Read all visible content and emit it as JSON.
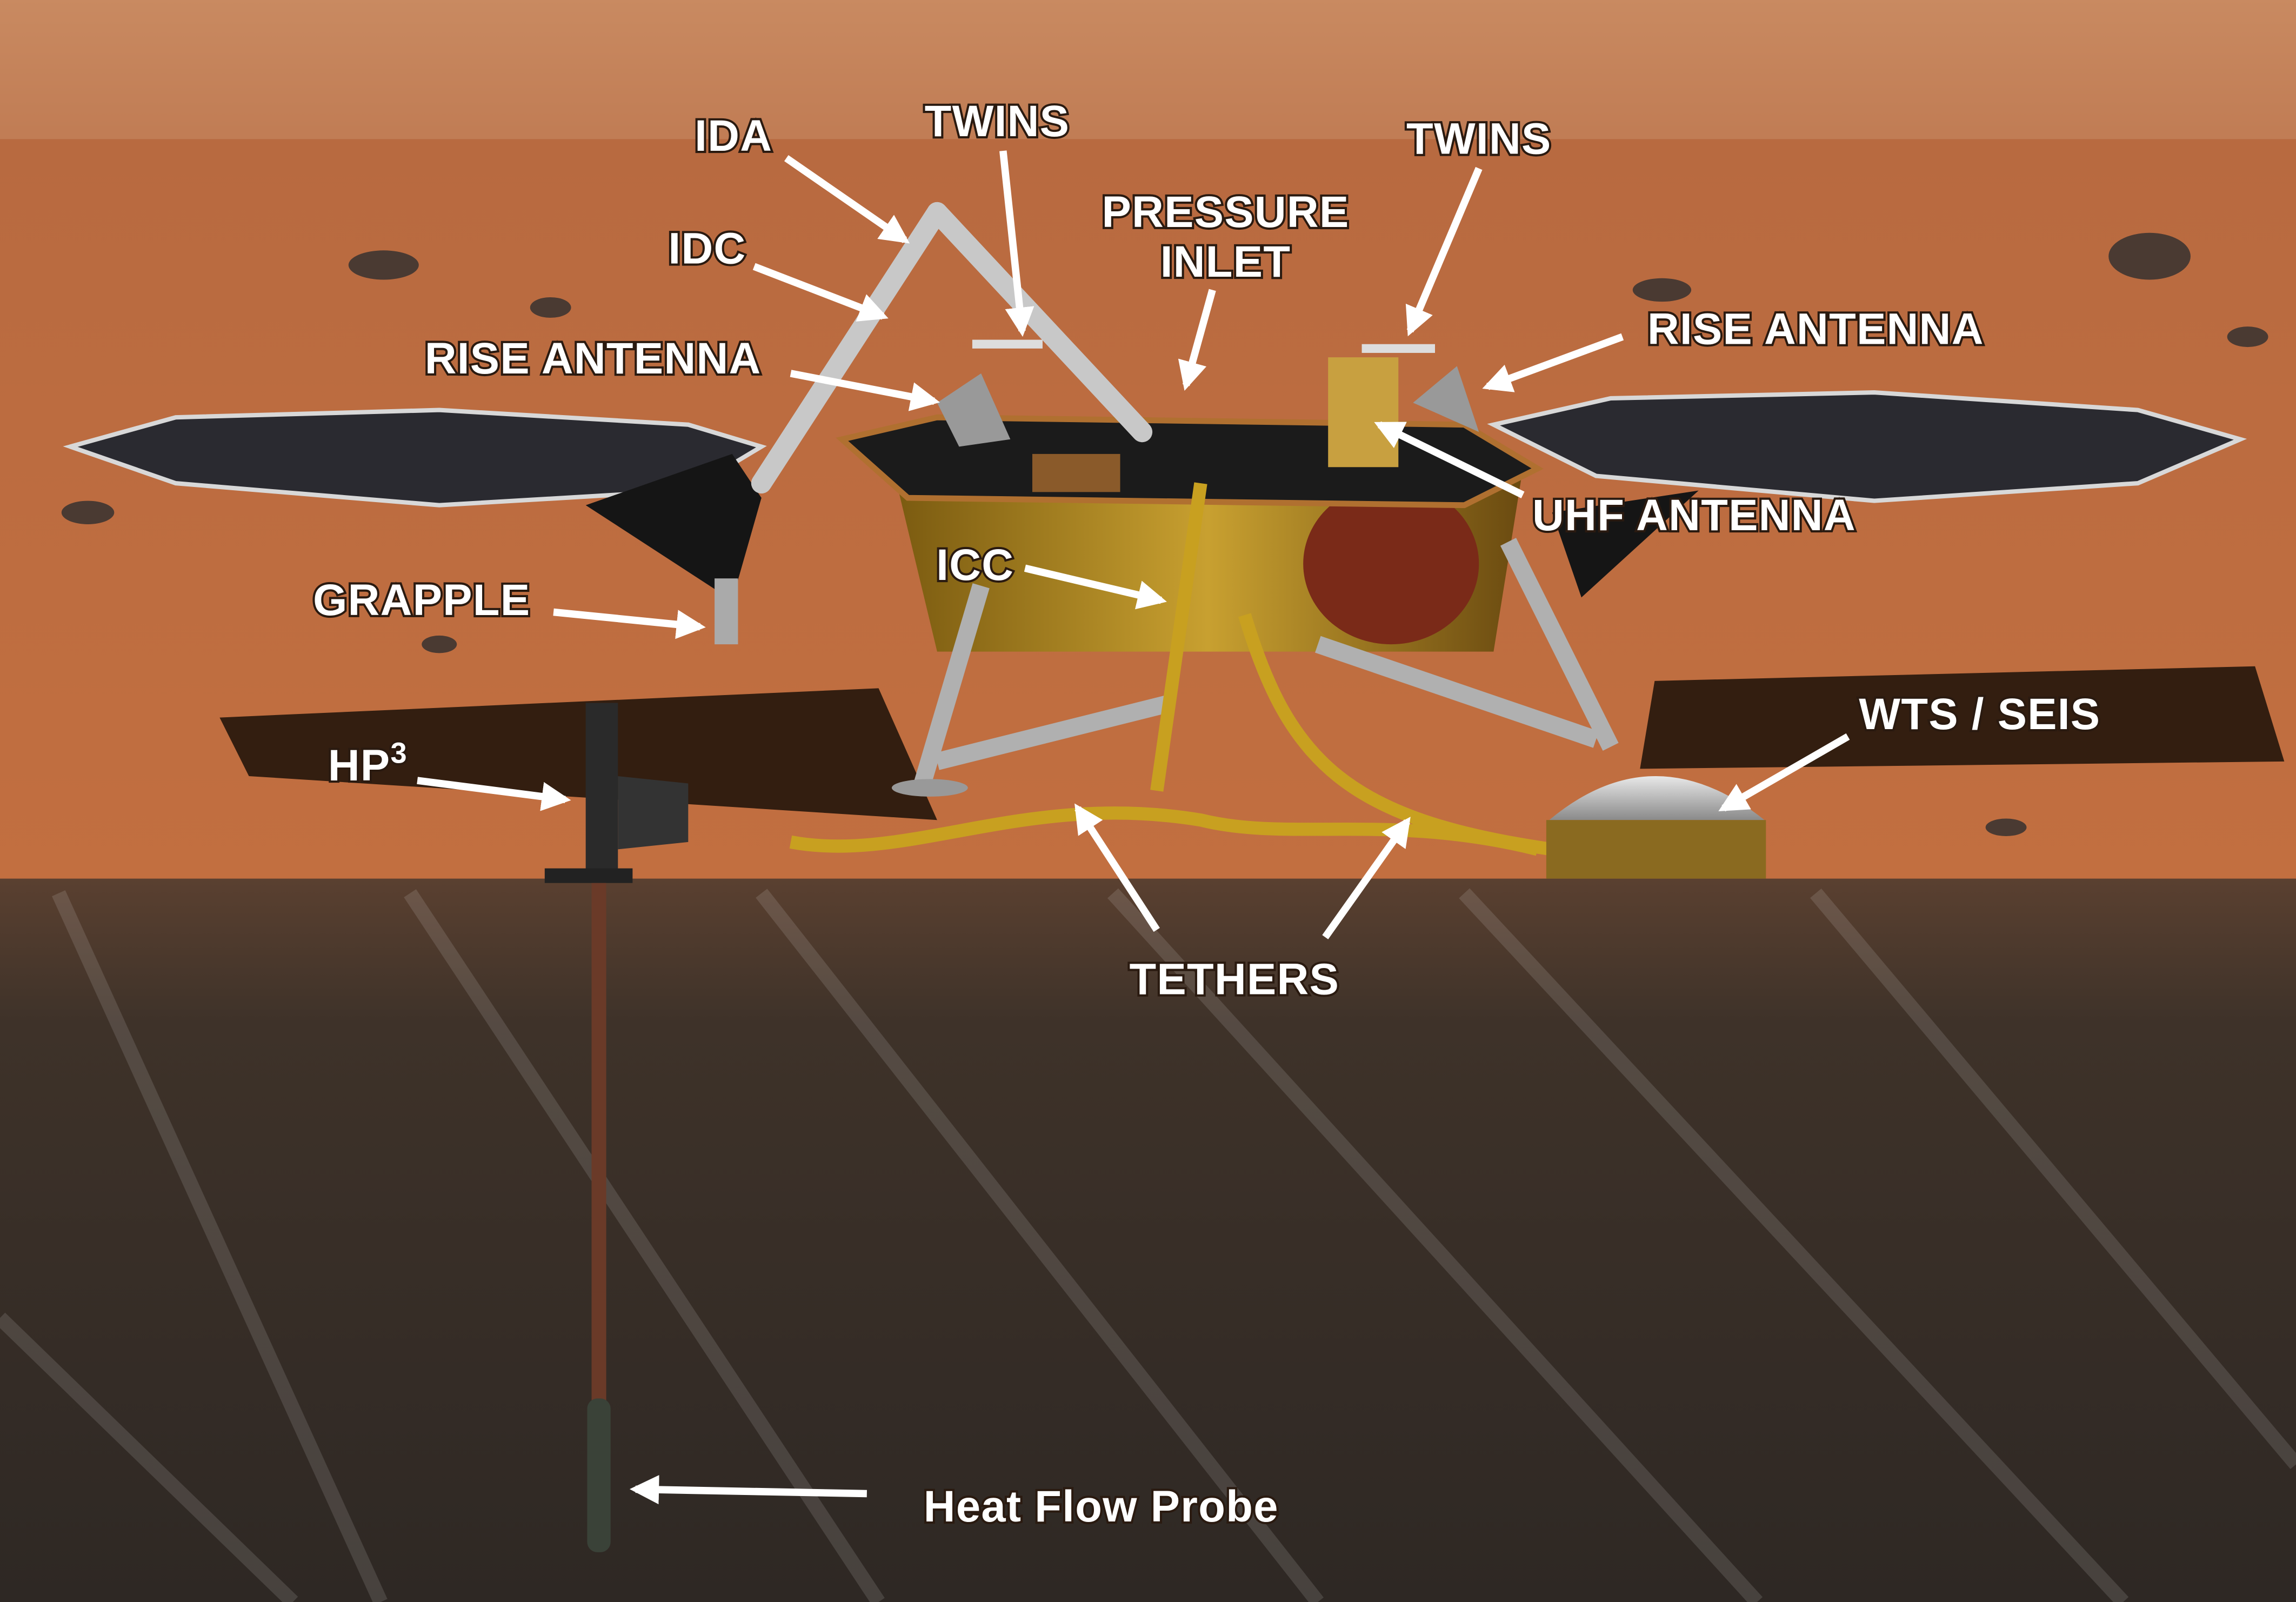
{
  "labels": {
    "ida": "IDA",
    "twins_left": "TWINS",
    "pressure_inlet_1": "PRESSURE",
    "pressure_inlet_2": "INLET",
    "twins_right": "TWINS",
    "idc": "IDC",
    "rise_antenna_left": "RISE ANTENNA",
    "rise_antenna_right": "RISE ANTENNA",
    "uhf_antenna": "UHF ANTENNA",
    "icc": "ICC",
    "grapple": "GRAPPLE",
    "wts_seis": "WTS / SEIS",
    "hp3_base": "HP",
    "hp3_sup": "3",
    "tethers": "TETHERS",
    "heat_flow_probe": "Heat Flow Probe"
  },
  "colors": {
    "surface": "#b8643a",
    "subsurface": "#3a2e26",
    "label": "#ffffff"
  }
}
